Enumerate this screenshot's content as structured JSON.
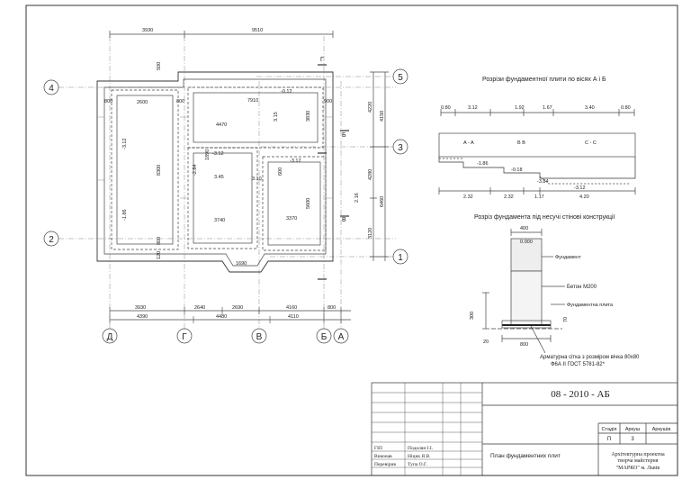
{
  "title_block": {
    "project_code": "08 - 2010 - АБ",
    "drawing_title": "План фундаментних плит",
    "org_line1": "Архітектурна проектна",
    "org_line2": "творча майстерня",
    "org_line3": "\"МАРКО\"  м. Львів",
    "col_stage": "Стадія",
    "col_sheet": "Аркуш",
    "col_sheets": "Аркушів",
    "stage": "П",
    "sheet": "3",
    "people": [
      {
        "role": "ГІП",
        "name": "Подолян І.І."
      },
      {
        "role": "Виконав",
        "name": "Ніцик Я.В."
      },
      {
        "role": "Перевірив",
        "name": "Тупа О.Г."
      }
    ]
  },
  "plan": {
    "axes_letter": [
      "Д",
      "Г",
      "В",
      "Б",
      "А"
    ],
    "axes_number": [
      "5",
      "4",
      "3",
      "2",
      "1"
    ],
    "dims_top": [
      "3930",
      "9510"
    ],
    "dims_bottom_1": [
      "3930",
      "2640",
      "2690",
      "4160",
      "800"
    ],
    "dims_bottom_2": [
      "4390",
      "4480",
      "4110"
    ],
    "dims_right": [
      "4220",
      "4150",
      "4280",
      "6460",
      "3120"
    ],
    "room_dims": [
      "2600",
      "7910",
      "4470",
      "3830",
      "8300",
      "3740",
      "3370",
      "5600",
      "3.45",
      "1690",
      "1890"
    ],
    "small_dims": [
      "800",
      "800",
      "800",
      "500",
      "120",
      "600",
      "900",
      "-0.12",
      "-3.12",
      "-3.12",
      "-3.12",
      "-1.86",
      "-2.84",
      "2.16",
      "3.15",
      "3.10"
    ],
    "section_marks": [
      "Б",
      "В",
      "Г"
    ]
  },
  "section_ab": {
    "title": "Розрізи фундаментної плити по вісях А і Б",
    "top_dims": [
      "0.80",
      "3.12",
      "1.92",
      "1.67",
      "3.40",
      "0.80"
    ],
    "labels": [
      "A - A",
      "B  B",
      "C - C"
    ],
    "levels": [
      "-1.86",
      "-0.18",
      "-3.84",
      "-3.12"
    ],
    "bottom_dims": [
      "2.32",
      "2.32",
      "1.17",
      "4.20"
    ]
  },
  "section_wall": {
    "title": "Розріз фундамента під несучі стінові конструкції",
    "dim_top": "400",
    "dim_level": "0.000",
    "dim_height": "300",
    "dim_70": "70",
    "dim_20": "20",
    "dim_width": "800",
    "label_foundation": "Фундамент",
    "label_concrete": "Бетон М200",
    "label_slab": "Фундаментна плита",
    "rebar_line1": "Арматурна сітка  з розміром вічка 80х80",
    "rebar_line2": "Ф6А ІІ  ГОСТ 5781-82*"
  }
}
